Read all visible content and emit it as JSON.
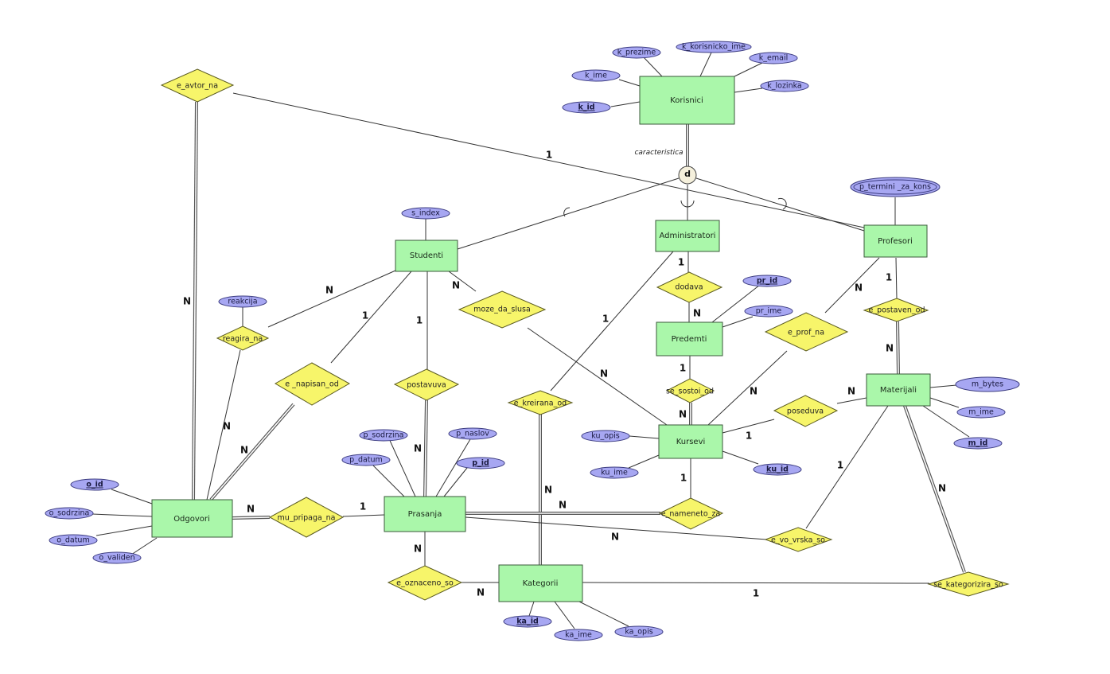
{
  "diagram": {
    "type": "ER diagram",
    "specialization_note": "caracteristica",
    "disjoint_symbol": "d",
    "entities": [
      {
        "id": "korisnici",
        "label": "Korisnici"
      },
      {
        "id": "studenti",
        "label": "Studenti"
      },
      {
        "id": "administratori",
        "label": "Administratori"
      },
      {
        "id": "profesori",
        "label": "Profesori"
      },
      {
        "id": "predemti",
        "label": "Predemti"
      },
      {
        "id": "kursevi",
        "label": "Kursevi"
      },
      {
        "id": "materijali",
        "label": "Materijali"
      },
      {
        "id": "odgovori",
        "label": "Odgovori"
      },
      {
        "id": "prasanja",
        "label": "Prasanja"
      },
      {
        "id": "kategorii",
        "label": "Kategorii"
      }
    ],
    "relationships": [
      {
        "id": "e_avtor_na",
        "label": "e_avtor_na"
      },
      {
        "id": "reagira_na",
        "label": "reagira_na"
      },
      {
        "id": "e_napisan_od",
        "label": "e _napisan_od"
      },
      {
        "id": "postavuva",
        "label": "postavuva"
      },
      {
        "id": "moze_da_slusa",
        "label": "moze_da_slusa"
      },
      {
        "id": "dodava",
        "label": "dodava"
      },
      {
        "id": "e_kreirana_od",
        "label": "e_kreirana_od"
      },
      {
        "id": "se_sostoi_od",
        "label": "se_sostoi_od"
      },
      {
        "id": "e_prof_na",
        "label": "e_prof_na"
      },
      {
        "id": "e_postaven_od",
        "label": "e_postaven_od"
      },
      {
        "id": "poseduva",
        "label": "poseduva"
      },
      {
        "id": "mu_pripaga_na",
        "label": "mu_pripaga_na"
      },
      {
        "id": "e_nameneto_za",
        "label": "e_nameneto_za"
      },
      {
        "id": "e_vo_vrska_so",
        "label": "e_vo_vrska_so"
      },
      {
        "id": "e_oznaceno_so",
        "label": "e_oznaceno_so"
      },
      {
        "id": "se_kategorizira_so",
        "label": "se_kategorizira_so"
      }
    ],
    "attributes": {
      "k_prezime": "k_prezime",
      "k_korisnicko_ime": "k_korisnicko_ime",
      "k_email": "k_email",
      "k_ime": "k_ime",
      "k_lozinka": "k_lozinka",
      "k_id": "k_id",
      "s_index": "s_index",
      "p_termini_za_kons": "p_termini _za_kons",
      "pr_id": "pr_id",
      "pr_ime": "pr_ime",
      "reakcija": "reakcija",
      "m_bytes": "m_bytes",
      "m_ime": "m_ime",
      "m_id": "m_id",
      "ku_opis": "ku_opis",
      "ku_ime": "ku_ime",
      "ku_id": "ku_id",
      "p_sodrzina": "p_sodrzina",
      "p_naslov": "p_naslov",
      "p_datum": "p_datum",
      "p_id": "p_id",
      "o_id": "o_id",
      "o_sodrzina": "o_sodrzina",
      "o_datum": "o_datum",
      "o_validen": "o_validen",
      "ka_id": "ka_id",
      "ka_ime": "ka_ime",
      "ka_opis": "ka_opis"
    },
    "cardinalities": {
      "avtor_prof": "1",
      "avtor_odg": "N",
      "stud_reagira": "N",
      "stud_napisan": "1",
      "stud_postavuva": "1",
      "stud_moze": "N",
      "admin_dodava": "1",
      "dodava_pred": "N",
      "admin_kreirana": "1",
      "pred_sostoi": "1",
      "sostoi_kurs": "N",
      "moze_kurs": "N",
      "prof_eprof": "N",
      "eprof_kurs": "N",
      "prof_postaven": "1",
      "postaven_mat": "N",
      "poseduva_mat": "N",
      "kurs_poseduva": "1",
      "kurs_nameneto": "1",
      "reagira_odg": "N",
      "napisan_odg": "N",
      "postavuva_pras": "N",
      "odg_pripaga": "N",
      "pripaga_pras": "1",
      "kreirana_kat": "N",
      "pras_nameneto": "N",
      "pras_vrska": "N",
      "mat_vrska": "1",
      "mat_kategorizira": "N",
      "pras_oznaceno": "N",
      "oznaceno_kat": "N",
      "kat_kategorizira": "1"
    }
  }
}
